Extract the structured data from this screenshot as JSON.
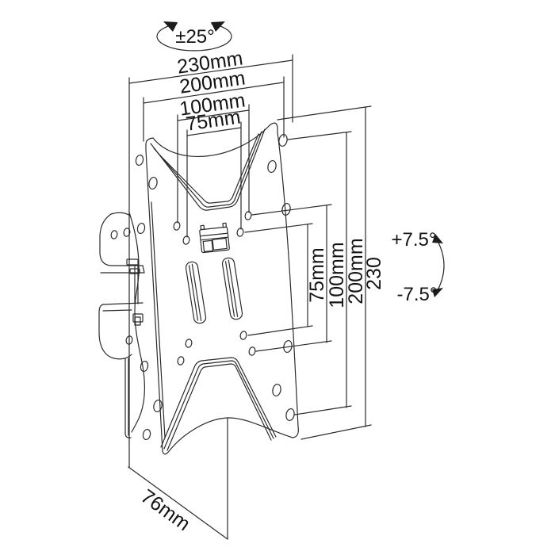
{
  "figure": {
    "type": "technical-dimension-drawing",
    "subject": "Tilting TV wall mount bracket (isometric view)",
    "colors": {
      "line": "#2b2b2b",
      "background": "#ffffff",
      "text": "#141414"
    },
    "labels": {
      "swivel_angle": "±25°",
      "tilt_up": "+7.5°",
      "tilt_down": "-7.5°",
      "depth": "76mm",
      "width_dims": [
        "230mm",
        "200mm",
        "100mm",
        "75mm"
      ],
      "height_dims": [
        "75mm",
        "100mm",
        "200mm",
        "230"
      ]
    }
  }
}
